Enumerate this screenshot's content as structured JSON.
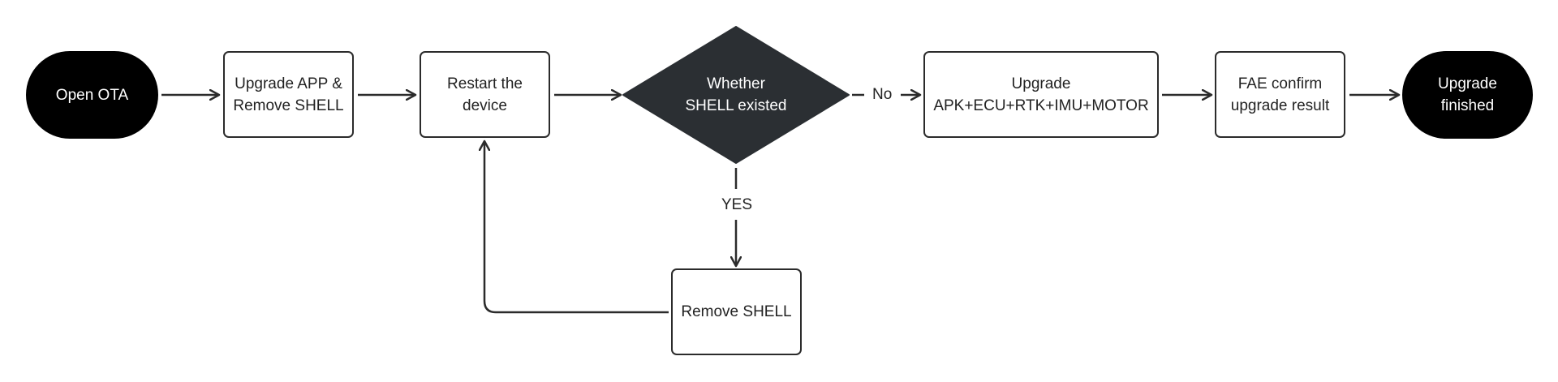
{
  "nodes": {
    "open_ota": {
      "lines": [
        "Open OTA"
      ]
    },
    "upgrade_app": {
      "lines": [
        "Upgrade APP &",
        "Remove SHELL"
      ]
    },
    "restart": {
      "lines": [
        "Restart the",
        "device"
      ]
    },
    "decision": {
      "lines": [
        "Whether",
        "SHELL existed"
      ]
    },
    "upgrade_all": {
      "lines": [
        "Upgrade",
        "APK+ECU+RTK+IMU+MOTOR"
      ]
    },
    "fae_confirm": {
      "lines": [
        "FAE confirm",
        "upgrade result"
      ]
    },
    "finished": {
      "lines": [
        "Upgrade",
        "finished"
      ]
    },
    "remove_shell": {
      "lines": [
        "Remove SHELL"
      ]
    }
  },
  "edge_labels": {
    "no": "No",
    "yes": "YES"
  },
  "colors": {
    "stroke": "#2b2b2b",
    "terminal_fill": "#000000",
    "decision_fill": "#2b2f33",
    "text": "#222222"
  }
}
